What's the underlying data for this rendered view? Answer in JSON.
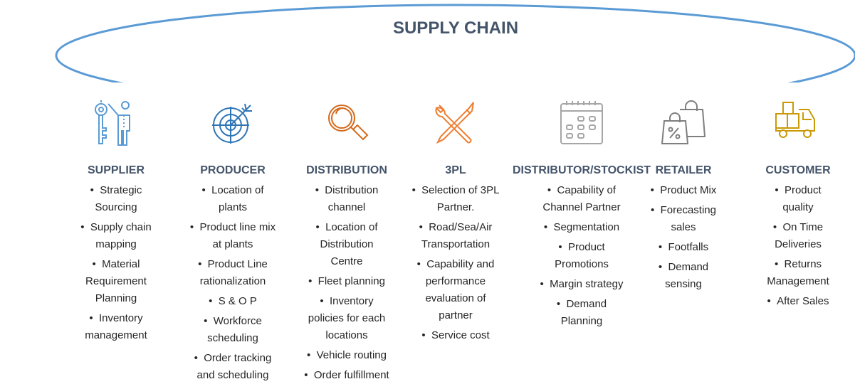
{
  "title": "SUPPLY CHAIN",
  "colors": {
    "arc": "#5b9bd5",
    "blue_icon": "#2e75b6",
    "orange_icon": "#e07b24",
    "gray_icon": "#8c8c8c",
    "gold_icon": "#c99a06",
    "heading": "#44546a"
  },
  "columns": [
    {
      "icon": "key-person-icon",
      "heading": "SUPPLIER",
      "items": [
        "Strategic\nSourcing",
        "Supply chain\nmapping",
        "Material\nRequirement\nPlanning",
        "Inventory\nmanagement"
      ]
    },
    {
      "icon": "target-icon",
      "heading": "PRODUCER",
      "items": [
        "Location of\nplants",
        "Product line mix\nat plants",
        "Product Line\nrationalization",
        "S & O P",
        "Workforce\nscheduling",
        "Order tracking\nand scheduling"
      ]
    },
    {
      "icon": "magnifier-icon",
      "heading": "DISTRIBUTION",
      "items": [
        "Distribution\nchannel",
        "Location of\nDistribution\nCentre",
        "Fleet planning",
        "Inventory\npolicies for each\nlocations",
        "Vehicle routing",
        "Order fulfillment"
      ]
    },
    {
      "icon": "tools-icon",
      "heading": "3PL",
      "items": [
        "Selection of 3PL\nPartner.",
        "Road/Sea/Air\nTransportation",
        "Capability and\nperformance\nevaluation of\npartner",
        "Service cost"
      ]
    },
    {
      "icon": "calendar-icon",
      "heading": "DISTRIBUTOR/STOCKIST",
      "items": [
        "Capability of\nChannel Partner",
        "Segmentation",
        "Product\nPromotions",
        "Margin strategy",
        "Demand\nPlanning"
      ]
    },
    {
      "icon": "shopping-bags-icon",
      "heading": "RETAILER",
      "items": [
        "Product Mix",
        "Forecasting\nsales",
        "Footfalls",
        "Demand\nsensing"
      ]
    },
    {
      "icon": "delivery-truck-icon",
      "heading": "CUSTOMER",
      "items": [
        "Product\nquality",
        "On Time\nDeliveries",
        "Returns\nManagement",
        "After Sales"
      ]
    }
  ]
}
